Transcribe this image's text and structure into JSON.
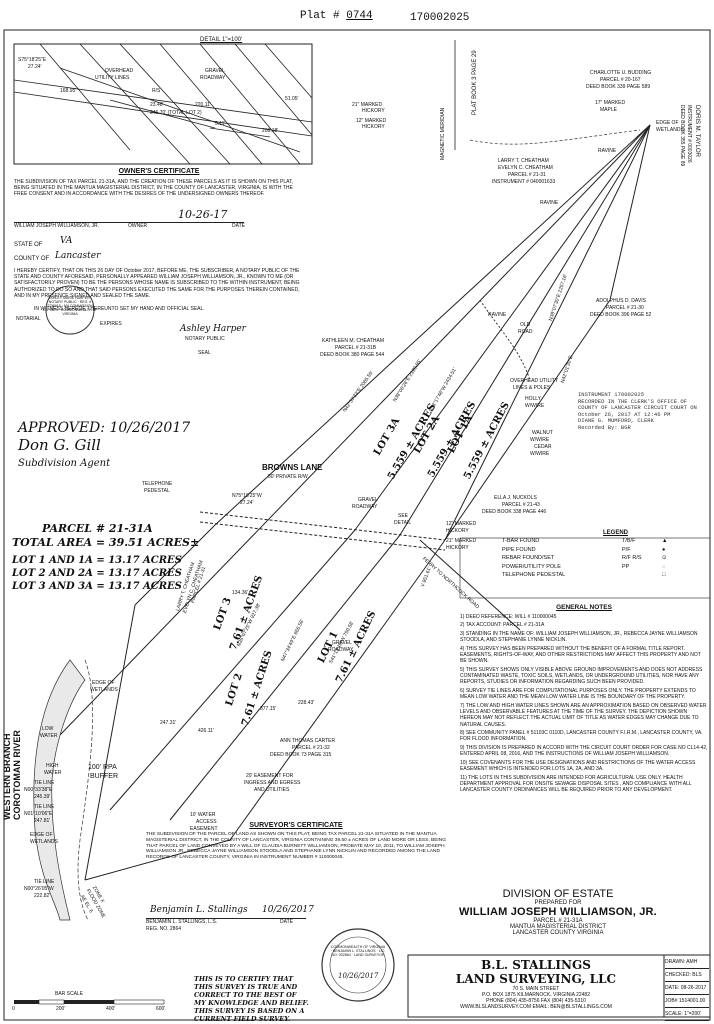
{
  "header": {
    "plat_label": "Plat #",
    "plat_number": "0744",
    "instrument_top": "170002025"
  },
  "side_text": {
    "plat_book": "PLAT BOOK 3 PAGE 29",
    "magnetic": "MAGNETIC MERIDIAN",
    "doris": "DORIS M. TAYLOR",
    "doris2": "INSTRUMENT # 0003026",
    "doris3": "DEED BOOK 355 PAGE 89"
  },
  "detail": {
    "title": "DETAIL 1\"=100'",
    "labels": {
      "bearing_top": "S75°18'25\"E",
      "dist_top": "27.24'",
      "overhead": "OVERHEAD",
      "utility": "UTILITY LINES",
      "gravel": "GRAVEL",
      "roadway": "ROADWAY",
      "d168": "168.95'",
      "d23": "23.48'",
      "d246": "246.70' (TOTAL LOT 2)",
      "d220": "220.11'",
      "d5": "5.11'",
      "d208": "208.18'",
      "d51": "51.05'",
      "hick1": "21\" MARKED",
      "hick1b": "HICKORY",
      "hick2": "12\" MARKED",
      "hick2b": "HICKORY",
      "rs": "R/S"
    }
  },
  "owners": {
    "title": "OWNER'S CERTIFICATE",
    "body": "THE SUBDIVISION OF TAX PARCEL 21-31A, AND THE CREATION OF THESE PARCELS AS IT IS SHOWN ON THIS PLAT, BEING SITUATED IN THE MANTUA MAGISTERIAL DISTRICT, IN THE COUNTY OF LANCASTER, VIRGINIA, IS WITH THE FREE CONSENT AND IN ACCORDANCE WITH THE DESIRES OF THE UNDERSIGNED OWNERS THEREOF.",
    "date_hw": "10-26-17",
    "owner_line": "WILLIAM JOSEPH WILLIAMSON, JR.",
    "owner_label": "OWNER",
    "date_label": "DATE",
    "state_label": "STATE OF",
    "state_hw": "VA",
    "county_label": "COUNTY OF",
    "county_hw": "Lancaster",
    "notary_body": "I HEREBY CERTIFY, THAT ON THIS 26 DAY OF October 2017, BEFORE ME, THE SUBSCRIBER, A NOTARY PUBLIC OF THE STATE AND COUNTY AFORESAID, PERSONALLY APPEARED WILLIAM JOSEPH WILLIAMSON, JR., KNOWN TO ME (OR SATISFACTORILY PROVEN) TO BE THE PERSONS WHOSE NAME IS SUBSCRIBED TO THE WITHIN INSTRUMENT, BEING AUTHORIZED TO DO SO AND THAT SAID PERSONS EXECUTED THE SAME FOR THE PURPOSES THEREIN CONTAINED, AND IN MY PRESENCE SIGNED AND SEALED THE SAME.",
    "witness": "IN WITNESS HEREOF, I HEREUNTO SET MY HAND AND OFFICIAL SEAL.",
    "notary_label": "NOTARIAL",
    "expires_label": "EXPIRES",
    "notary_public": "NOTARY PUBLIC",
    "seal_label": "SEAL",
    "seal_text": "ASHLEY MARIE HARPER · NOTARY PUBLIC · REG. # 7738915 · MY COMMISSION EXPIRES · COMMONWEALTH OF VIRGINIA"
  },
  "approval": {
    "approved": "APPROVED: 10/26/2017",
    "agent": "Subdivision Agent"
  },
  "parcel": {
    "title": "PARCEL # 21-31A",
    "total": "TOTAL AREA = 39.51 ACRES±",
    "lots": [
      "LOT 1 AND 1A = 13.17 ACRES",
      "LOT 2 AND 2A = 13.17 ACRES",
      "LOT 3 AND 3A = 13.17 ACRES"
    ]
  },
  "map_labels": {
    "charlotte": "CHARLOTTE U. BUDDING",
    "charlotte2": "PARCEL # 20-167",
    "charlotte3": "DEED BOOK 339 PAGE 589",
    "maple": "17\" MARKED",
    "maple2": "MAPLE",
    "edge": "EDGE OF",
    "edge2": "WETLANDS",
    "larry": "LARRY T. CHEATHAM",
    "larry2": "EVELYN C. CHEATHAM",
    "larry3": "PARCEL # 21-31",
    "larry4": "INSTRUMENT # 040001633",
    "ravine": "RAVINE",
    "adolphus": "ADOLPHUS D. DAVIS",
    "adolphus2": "PARCEL # 21-30",
    "adolphus3": "DEED BOOK 396 PAGE 52",
    "kathleen": "KATHLEEN M. CHEATHAM",
    "kathleen2": "PARCEL # 21-31B",
    "kathleen3": "DEED BOOK 380 PAGE 544",
    "oldroad": "OLD",
    "oldroad2": "ROAD",
    "overhead": "OVERHEAD UTILITY",
    "overhead2": "LINES & POLES",
    "holly": "HOLLY",
    "holly2": "W/WIRE",
    "walnut": "WALNUT",
    "walnut2": "W/WIRE",
    "cedar": "CEDAR",
    "cedar2": "W/WIRE",
    "recorded": "INSTRUMENT 170002025",
    "recorded2": "RECORDED IN THE CLERK'S OFFICE OF",
    "recorded3": "COUNTY OF LANCASTER CIRCUIT COURT ON",
    "recorded4": "October 26, 2017 AT 12:46 PM",
    "recorded5": "DIANE G. MUMFORD, CLERK",
    "recorded6": "Recorded By: BGR",
    "lot3a": "LOT 3A",
    "lot2a": "LOT 2A",
    "lot1a": "LOT 1A",
    "acres_a": "5.559 ± ACRES",
    "b_lot3a": "N42°37'33\"E",
    "b_lot3a_d": "2065.55'",
    "b_lot2a": "N38°06'26\"E",
    "b_lot2a_d": "2129.65'",
    "b_lot1a": "S33°17'46\"W",
    "b_lot1a_d": "2434.51'",
    "b_right": "N38°07'30\"E",
    "b_right_d": "2257.16'",
    "b_right2": "N42°01'30\"E",
    "browns": "BROWNS LANE",
    "private": "50' PRIVATE R/W",
    "telephone": "TELEPHONE",
    "pedestal": "PEDESTAL",
    "n75": "N75°18'25\"W",
    "n75_d": "27.24'",
    "ella": "ELLA J. NUCKOLS",
    "ella2": "PARCEL # 21-43",
    "ella3": "DEED BOOK 338 PAGE 446",
    "see": "SEE",
    "detail": "DETAIL",
    "gravel": "GRAVEL",
    "roadway": "ROADWAY",
    "hick12": "12\" MARKED",
    "hick12b": "HICKORY",
    "hick21": "21\" MARKED",
    "hick21b": "HICKORY",
    "ferry": "FERRY TO NORTHCOCK ROAD",
    "v85": "V 851.61'",
    "lot3": "LOT 3",
    "lot2": "LOT 2",
    "lot1": "LOT 1",
    "acres": "7.61 ± ACRES",
    "larry_b": "LARRY T. CHEATHAM",
    "larry_b2": "EVELYN C. CHEATHAM",
    "larry_b3": "PARCEL # 21-31",
    "ann": "ANN THOMAS CARTER",
    "ann2": "PARCEL # 21-32",
    "ann3": "DEED BOOK 73 PAGE 315",
    "easement": "20' EASEMENT FOR",
    "easement2": "INGRESS AND EGRESS",
    "easement3": "AND UTILITIES",
    "water": "10' WATER",
    "water2": "ACCESS",
    "water3": "EASEMENT",
    "lowwater": "LOW",
    "lowwater2": "WATER",
    "highwater": "HIGH",
    "highwater2": "WATER",
    "rpa": "100' RPA",
    "rpa2": "BUFFER",
    "branch": "WESTERN BRANCH",
    "branch2": "COROTOMAN RIVER",
    "tie1": "TIE LINE",
    "tie1b": "N00°33'38\"E",
    "tie1c": "245.39'",
    "tie2": "TIE LINE",
    "tie2b": "N01°10'06\"E",
    "tie2c": "247.81'",
    "tie3": "TIE LINE",
    "tie3b": "N00°26'05\"W",
    "tie3c": "222.82'",
    "edge_b": "EDGE OF",
    "edge_b2": "WETLANDS",
    "zone": "ZONE X",
    "zone2": "FLOOD ZONE",
    "zone3": "AE EL. 6",
    "b_lot3": "N35°07'25\"W",
    "b_lot3_d": "927.38'",
    "b_lot2": "N47°34'49\"E",
    "b_lot2_d": "866.58'",
    "b_lot1": "S41°12'49\"W",
    "b_lot1_d": "750.58'",
    "d134": "134.36'",
    "d247": "247.31'",
    "d426": "426.11'",
    "d377": "377.15'",
    "d228": "228.43'"
  },
  "legend": {
    "title": "LEGEND",
    "rows": [
      {
        "label": "T-BAR FOUND",
        "abbr": "T/B/F",
        "sym": "▲"
      },
      {
        "label": "PIPE FOUND",
        "abbr": "P/F",
        "sym": "●"
      },
      {
        "label": "REBAR FOUND/SET",
        "abbr": "R/F R/S",
        "sym": "⊙"
      },
      {
        "label": "POWER/UTILITY POLE",
        "abbr": "PP",
        "sym": "◌"
      },
      {
        "label": "TELEPHONE PEDESTAL",
        "abbr": "",
        "sym": "□"
      }
    ]
  },
  "notes": {
    "title": "GENERAL NOTES",
    "items": [
      "1)  DEED REFERENCE: WILL # 110000045",
      "2)  TAX ACCOUNT: PARCEL # 21-31A",
      "3)  STANDING IN THE NAME OF: WILLIAM JOSEPH WILLIAMSON, JR., REBECCA JAYNE WILLIAMSON STOODLA, AND STEPHANIE LYNNE NICKLIN.",
      "4)  THIS SURVEY HAS BEEN PREPARED WITHOUT THE BENEFIT OF A FORMAL TITLE REPORT. EASEMENTS, RIGHTS-OF-WAY, AND OTHER RESTRICTIONS MAY AFFECT THIS PROPERTY AND NOT BE SHOWN.",
      "5)  THIS SURVEY SHOWS ONLY VISIBLE ABOVE GROUND IMPROVEMENTS AND DOES NOT ADDRESS CONTAMINATED WASTE, TOXIC SOILS, WETLANDS, OR UNDERGROUND UTILITIES, NOR HAVE ANY REPORTS, STUDIES OR INFORMATION REGARDING SUCH BEEN PROVIDED.",
      "6)  SURVEY TIE LINES ARE FOR COMPUTATIONAL PURPOSES ONLY. THE PROPERTY EXTENDS TO MEAN LOW WATER AND THE MEAN LOW WATER LINE IS THE BOUNDARY OF THE PROPERTY.",
      "7)  THE LOW AND HIGH WATER LINES SHOWN ARE AN APPROXIMATION BASED ON OBSERVED WATER LEVELS AND OBSERVABLE FEATURES AT THE TIME OF THE SURVEY. THE DEPICTION SHOWN HEREON MAY NOT REFLECT THE ACTUAL LIMIT OF TITLE AS WATER EDGES MAY CHANGE DUE TO NATURAL CAUSES.",
      "8)  SEE COMMUNITY PANEL # 51103C 0110D, LANCASTER COUNTY F.I.R.M., LANCASTER COUNTY, VA. FOR FLOOD INFORMATION.",
      "9)  THIS DIVISION IS PREPARED IN ACCORD WITH THE CIRCUIT COURT ORDER FOR CASE NO CL14-42, ENTERED APRIL 08, 2016, AND THE INSTRUCTIONS OF WILLIAM JOSEPH WILLIAMSON.",
      "10) SEE COVENANTS FOR THE USE DESIGNATIONS AND RESTRICTIONS OF THE WATER ACCESS EASEMENT WHICH IS INTENDED FOR LOTS 1A, 2A, AND 3A.",
      "11) THE LOTS IN THIS SUBDIVISION ARE INTENDED FOR AGRICULTURAL USE ONLY. HEALTH DEPARTMENT APPROVAL FOR ONSITE SEWAGE DISPOSAL SITES , AND COMPLIANCE WITH ALL LANCASTER COUNTY ORDINANCES WILL BE REQUIRED PRIOR TO ANY DEVELOPMENT."
    ]
  },
  "surveyor": {
    "title": "SURVEYOR'S CERTIFICATE",
    "body": "THE SUBDIVISION OF THE PARCEL OF LAND AS SHOWN ON THIS PLAT, BEING TAX PARCEL 21-31A SITUATED IN THE MANTUA MAGISTERIAL DISTRICT, IN THE COUNTY OF LANCASTER, VIRGINIA CONTAINING 39.50 ± ACRES OF LAND MORE OR LESS, BEING THAT PARCEL OF LAND CONVEYED BY A WILL OF CLAUDIA BURNETT WILLIAMSON, PROBATE MAY 10, 2011, TO WILLIAM JOSEPH WILLIAMSON JR., REBECCA JAYNE WILLIAMSON STOODLA AND STEPHANIE LYNN NICKLIN AND RECORDED AMONG THE LAND RECORDS OF LANCASTER COUNTY, VIRGINIA IN INSTRUMENT NUMBER # 110000045.",
    "name": "BENJAMIN L. STALLINGS, L.S.",
    "reg": "REG. NO. 2864",
    "date_label": "DATE",
    "date_hw": "10/26/2017",
    "cert": "THIS IS TO CERTIFY THAT THIS SURVEY IS TRUE AND CORRECT TO THE BEST OF MY KNOWLEDGE AND BELIEF. THIS SURVEY IS BASED ON A CURRENT FIELD SURVEY.",
    "seal": "COMMONWEALTH OF VIRGINIA · BENJAMIN L. STALLINGS · LIC. NO. 002864 · LAND SURVEYOR",
    "seal_date": "10/26/2017"
  },
  "division": {
    "title": "DIVISION OF ESTATE",
    "prepared": "PREPARED FOR",
    "name": "WILLIAM JOSEPH WILLIAMSON, JR.",
    "parcel": "PARCEL # 21-31A",
    "district": "MANTUA MAGISTERIAL DISTRICT",
    "county": "LANCASTER COUNTY VIRGINIA"
  },
  "company": {
    "name": "B.L. STALLINGS",
    "name2": "LAND SURVEYING, LLC",
    "street": "70 S. MAIN STREET",
    "po": "P.O. BOX 1875 KILMARNOCK, VIRGINIA 22482",
    "phone": "PHONE (804) 435-8756   FAX (804) 435-5310",
    "web": "WWW.BLSLANDSURVEY.COM   EMAIL: BEN@BLSTALLINGS.COM"
  },
  "titleblock": [
    {
      "label": "DRAWN:",
      "value": "AMH"
    },
    {
      "label": "CHECKED:",
      "value": "BLS"
    },
    {
      "label": "DATE:",
      "value": "08-26-2017"
    },
    {
      "label": "JOB#",
      "value": "1514001.00"
    },
    {
      "label": "SCALE:",
      "value": "1\"=200'"
    }
  ],
  "scale": {
    "title": "BAR SCALE",
    "t0": "0",
    "t1": "200'",
    "t2": "400'",
    "t3": "600'"
  }
}
